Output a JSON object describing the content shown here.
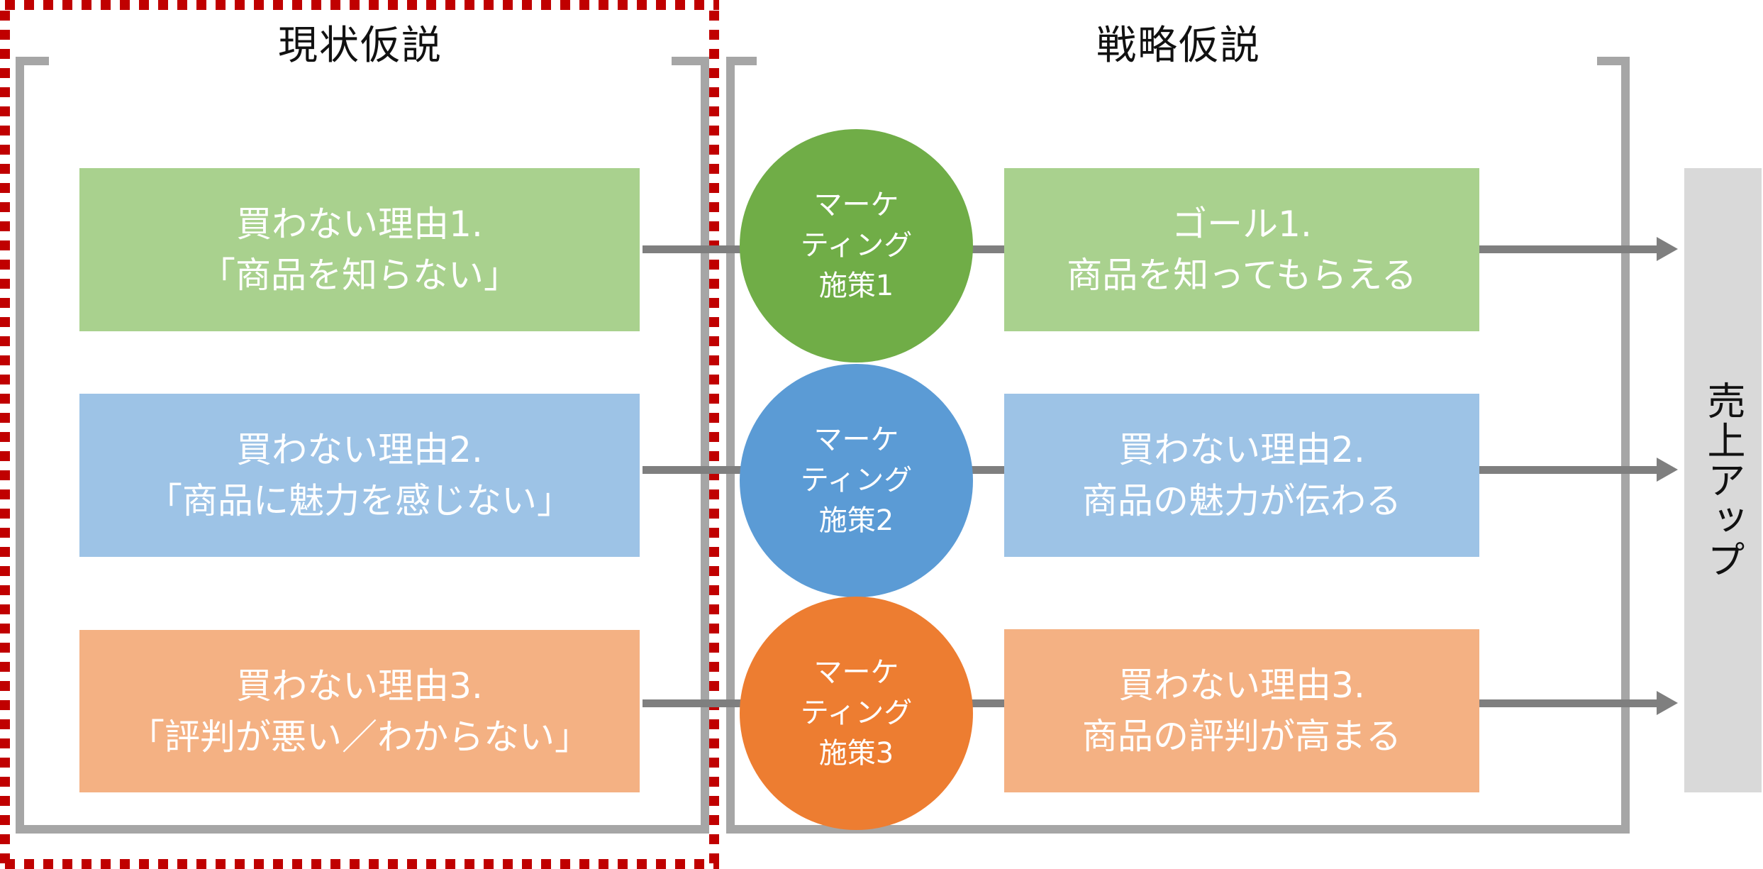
{
  "sections": {
    "current": {
      "title": "現状仮説"
    },
    "strategy": {
      "title": "戦略仮説"
    }
  },
  "rows": [
    {
      "reason": {
        "line1": "買わない理由1.",
        "line2": "「商品を知らない」"
      },
      "measure": {
        "line1": "マーケ",
        "line2": "ティング",
        "line3": "施策1"
      },
      "goal": {
        "line1": "ゴール1.",
        "line2": "商品を知ってもらえる"
      },
      "colors": {
        "light": "#A9D18E",
        "dark": "#70AD47"
      }
    },
    {
      "reason": {
        "line1": "買わない理由2.",
        "line2": "「商品に魅力を感じない」"
      },
      "measure": {
        "line1": "マーケ",
        "line2": "ティング",
        "line3": "施策2"
      },
      "goal": {
        "line1": "買わない理由2.",
        "line2": "商品の魅力が伝わる"
      },
      "colors": {
        "light": "#9DC3E6",
        "dark": "#5B9BD5"
      }
    },
    {
      "reason": {
        "line1": "買わない理由3.",
        "line2": "「評判が悪い／わからない」"
      },
      "measure": {
        "line1": "マーケ",
        "line2": "ティング",
        "line3": "施策3"
      },
      "goal": {
        "line1": "買わない理由3.",
        "line2": "商品の評判が高まる"
      },
      "colors": {
        "light": "#F4B183",
        "dark": "#ED7D31"
      }
    }
  ],
  "result": {
    "label": "売上アップ"
  },
  "colors": {
    "highlight": "#C00000",
    "bracket": "#A6A6A6",
    "connector": "#7F7F7F",
    "result_panel": "#D9D9D9"
  }
}
